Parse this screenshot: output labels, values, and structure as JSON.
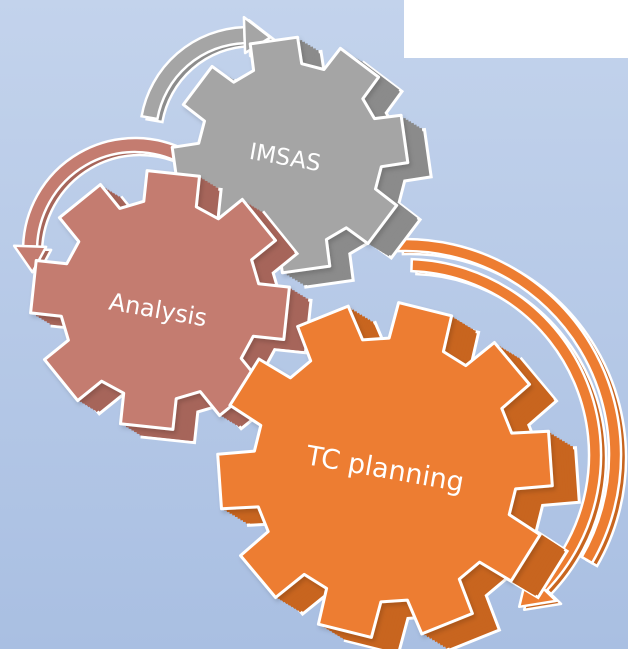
{
  "gears": [
    {
      "id": "imsas",
      "label": "IMSAS",
      "color": "#a5a5a5",
      "side": "#8b8b8b",
      "top": "#c8c8c8"
    },
    {
      "id": "analysis",
      "label": "Analysis",
      "color": "#c47c70",
      "side": "#a6655a",
      "top": "#d89d93"
    },
    {
      "id": "tc-planning",
      "label": "TC planning",
      "color": "#ed7d31",
      "side": "#c8651f",
      "top": "#f4a06a"
    }
  ],
  "arrows": [
    {
      "id": "gray-arrow",
      "color": "#a5a5a5",
      "side": "#8c8c8c"
    },
    {
      "id": "red-arrow",
      "color": "#c47c70",
      "side": "#a6655a"
    },
    {
      "id": "orange-arrow",
      "color": "#ed7d31",
      "side": "#c8651f"
    }
  ]
}
